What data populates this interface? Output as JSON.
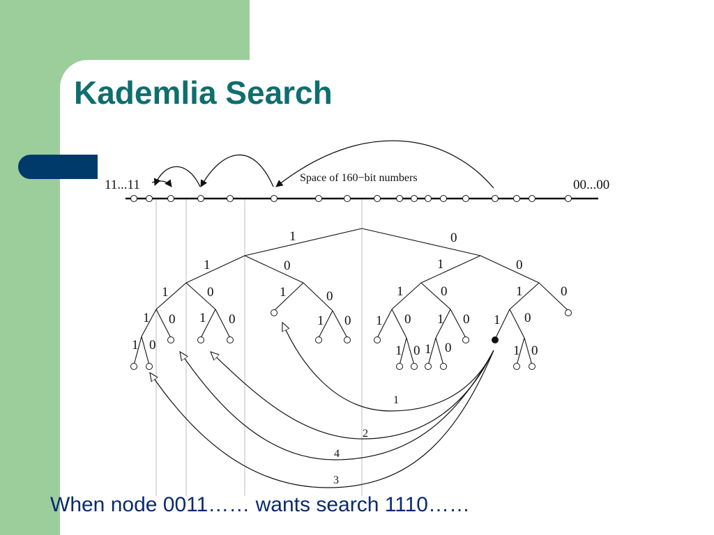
{
  "slide": {
    "title": "Kademlia Search",
    "caption": "When node 0011…… wants search 1110……"
  },
  "diagram": {
    "space_label": "Space of 160−bit numbers",
    "left_end_label": "11...11",
    "right_end_label": "00...00",
    "tree_labels": {
      "root_one": "1",
      "root_zero": "0",
      "l1_one": "1",
      "l1_zero": "0",
      "r1_one": "1",
      "r1_zero": "0",
      "a1": "1",
      "a0": "0",
      "b1": "1",
      "b0": "0",
      "c1": "1",
      "c0": "0",
      "d1": "1",
      "d0": "0",
      "e1": "1",
      "e0": "0",
      "f1": "1",
      "f0": "0",
      "g1": "1",
      "g0": "0",
      "h1": "1",
      "h0": "0",
      "i1": "1",
      "i0": "0",
      "j1": "1",
      "j0": "0",
      "k1": "1",
      "k0": "0",
      "m1": "1",
      "m0": "0",
      "n1": "1",
      "n0": "0",
      "p1": "1",
      "p0": "0",
      "q1": "1",
      "q0": "0"
    },
    "steps": [
      "1",
      "2",
      "4",
      "3"
    ]
  }
}
